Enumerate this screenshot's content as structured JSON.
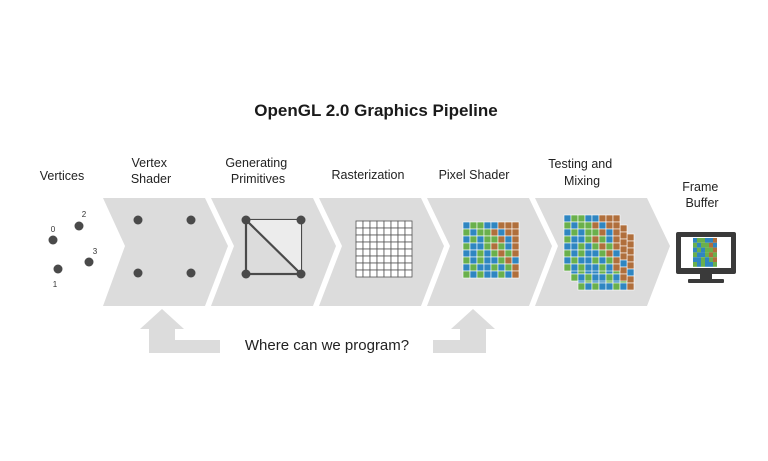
{
  "title": "OpenGL 2.0 Graphics Pipeline",
  "question": "Where can we program?",
  "vertices": {
    "label": "Vertices",
    "indices": [
      "0",
      "1",
      "2",
      "3"
    ]
  },
  "stages": [
    {
      "id": "vertex-shader",
      "lines": [
        "Vertex",
        "Shader"
      ]
    },
    {
      "id": "generating-primitives",
      "lines": [
        "Generating",
        "Primitives"
      ]
    },
    {
      "id": "rasterization",
      "lines": [
        "Rasterization"
      ]
    },
    {
      "id": "pixel-shader",
      "lines": [
        "Pixel Shader"
      ]
    },
    {
      "id": "testing-and-mixing",
      "lines": [
        "Testing and",
        "Mixing"
      ]
    },
    {
      "id": "frame-buffer",
      "lines": [
        "Frame",
        "Buffer"
      ]
    }
  ],
  "colors": {
    "chevron": "#dcdcdc",
    "dot": "#4a4a4a",
    "green": "#6ab04c",
    "blue": "#2f86c1",
    "brown": "#b06f3c",
    "teal": "#2aa198"
  }
}
